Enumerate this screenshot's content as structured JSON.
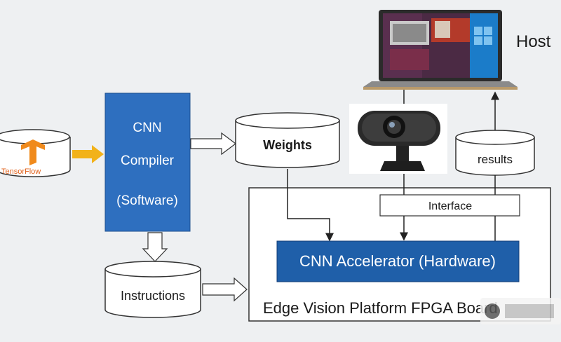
{
  "nodes": {
    "tensorflow": {
      "label": "TensorFlow"
    },
    "compiler": {
      "line1": "CNN",
      "line2": "Compiler",
      "line3": "(Software)"
    },
    "weights": {
      "label": "Weights"
    },
    "instructions": {
      "label": "Instructions"
    },
    "results": {
      "label": "results"
    },
    "interface": {
      "label": "Interface"
    },
    "accelerator": {
      "label": "CNN Accelerator (Hardware)"
    },
    "platform": {
      "label": "Edge Vision Platform FPGA Board"
    },
    "host": {
      "label": "Host"
    }
  },
  "colors": {
    "compiler_fill": "#2e6fbf",
    "accelerator_fill": "#1f5fa9",
    "arrow_yellow": "#f2b21a",
    "tensorflow_orange": "#f08a1c"
  }
}
